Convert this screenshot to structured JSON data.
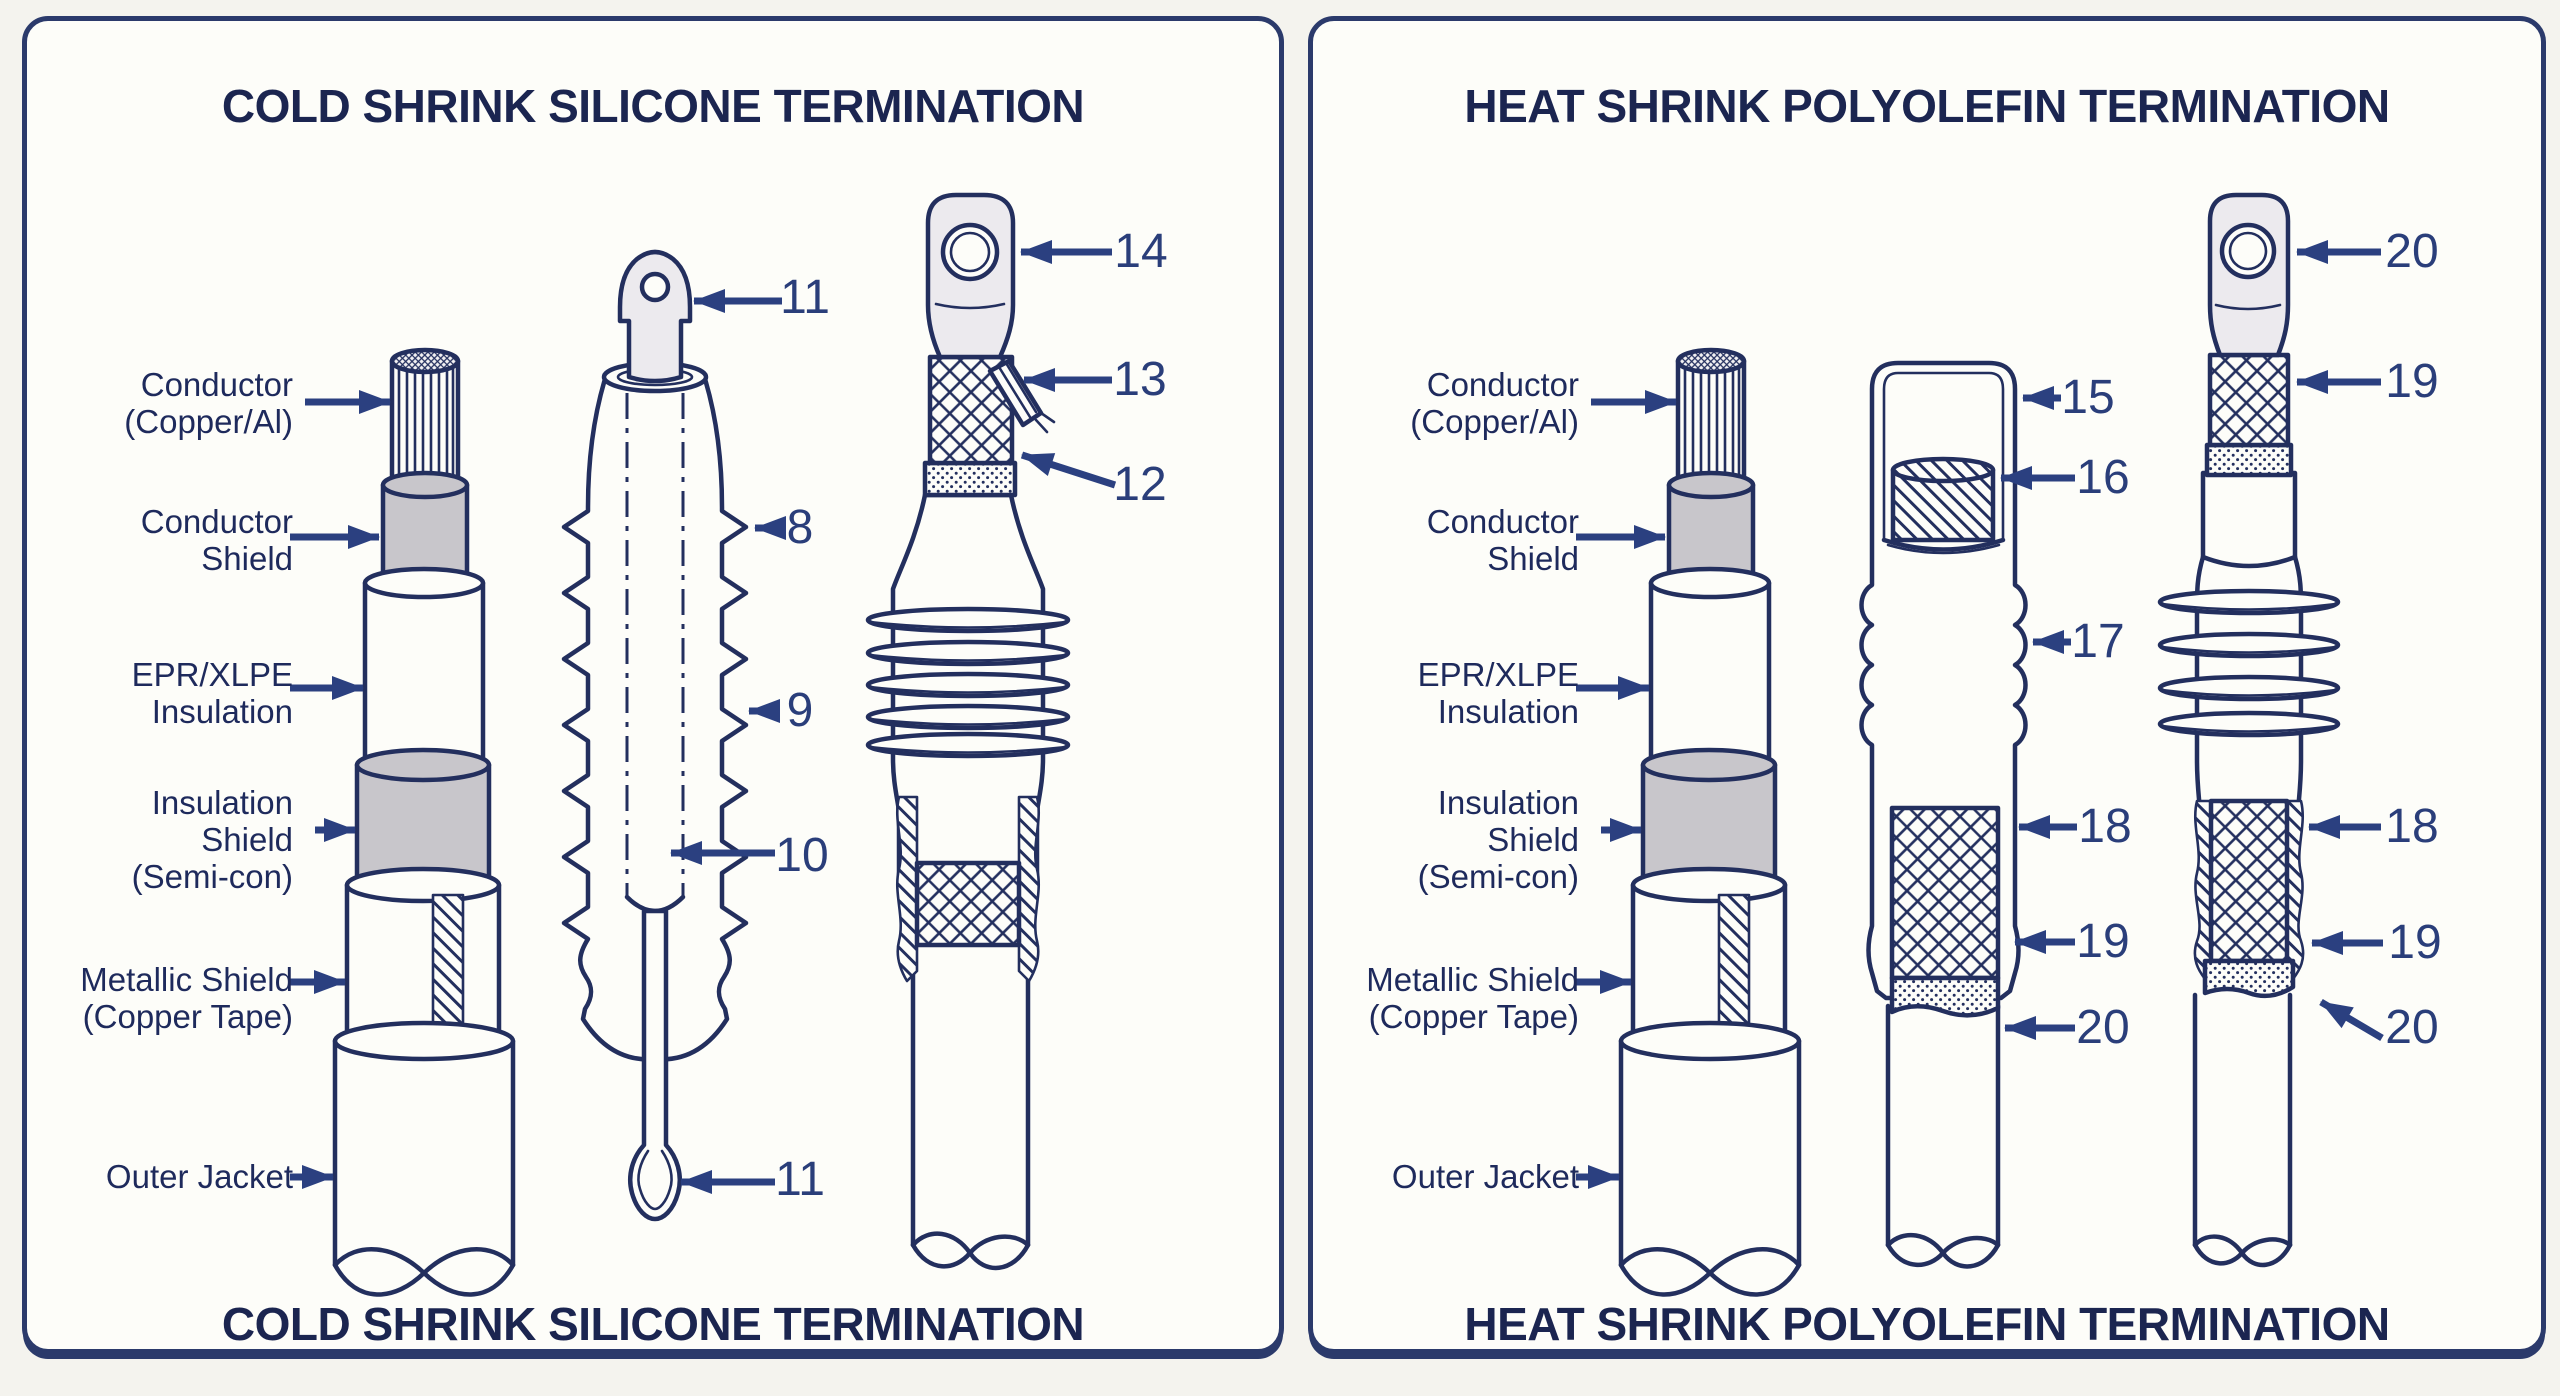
{
  "colors": {
    "outline": "#232f5e",
    "label_text": "#1e2a5c",
    "title_text": "#1b2550",
    "arrow": "#2b4080",
    "number_text": "#2a3e7a",
    "semicon_gray": "#c8c6cb",
    "lug_gray": "#eceaee",
    "panel_bg": "#fdfdf9",
    "panel_border": "#2b3a6b"
  },
  "cable_labels": {
    "conductor": {
      "l1": "Conductor",
      "l2": "(Copper/Al)"
    },
    "conductor_shield": {
      "l1": "Conductor",
      "l2": "Shield"
    },
    "insulation": {
      "l1": "EPR/XLPE",
      "l2": "Insulation"
    },
    "insulation_shield": {
      "l1": "Insulation",
      "l2": "Shield",
      "l3": "(Semi-con)"
    },
    "metallic_shield": {
      "l1": "Metallic Shield",
      "l2": "(Copper Tape)"
    },
    "outer_jacket": {
      "l1": "Outer Jacket"
    }
  },
  "left_panel": {
    "title": "COLD SHRINK SILICONE TERMINATION",
    "caption": "COLD SHRINK SILICONE TERMINATION",
    "numbers": {
      "pull_rod_top": "11",
      "upper_shed": "8",
      "lower_shed": "9",
      "tube_body": "10",
      "pull_loop": "11",
      "lug": "14",
      "spring_roll": "13",
      "seal_band": "12"
    }
  },
  "right_panel": {
    "title": "HEAT SHRINK POLYOLEFIN TERMINATION",
    "caption": "HEAT SHRINK POLYOLEFIN TERMINATION",
    "numbers": {
      "tube": "15",
      "stress_plug": "16",
      "sheds": "17",
      "mesh_top": "18",
      "mesh_bottom": "19",
      "seal_band": "20",
      "lug": "20",
      "lug_band": "19",
      "mesh_start": "18",
      "mesh_lower": "19",
      "seal_lower": "20"
    }
  }
}
